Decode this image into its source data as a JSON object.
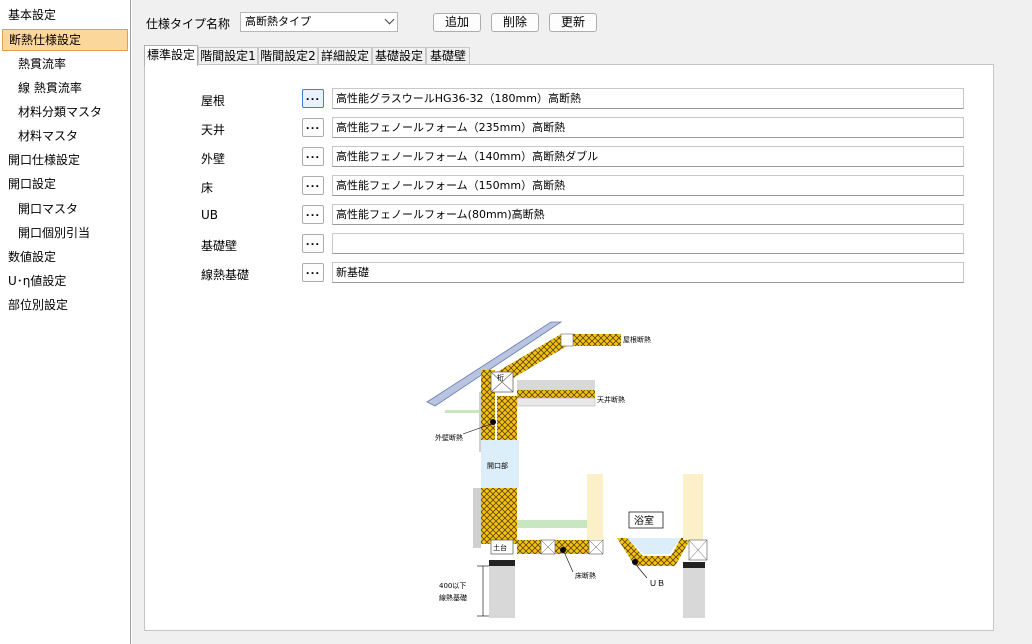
{
  "sidebar": {
    "items": [
      {
        "label": "基本設定"
      },
      {
        "label": "断熱仕様設定"
      },
      {
        "label": "熱貫流率"
      },
      {
        "label": "線 熱貫流率"
      },
      {
        "label": "材料分類マスタ"
      },
      {
        "label": "材料マスタ"
      },
      {
        "label": "開口仕様設定"
      },
      {
        "label": "開口設定"
      },
      {
        "label": "開口マスタ"
      },
      {
        "label": "開口個別引当"
      },
      {
        "label": "数値設定"
      },
      {
        "label": "U･η値設定"
      },
      {
        "label": "部位別設定"
      }
    ]
  },
  "topbar": {
    "type_label": "仕様タイプ名称",
    "type_value": "高断熱タイプ",
    "add_label": "追加",
    "delete_label": "削除",
    "update_label": "更新"
  },
  "tabs": [
    {
      "label": "標準設定"
    },
    {
      "label": "階間設定1"
    },
    {
      "label": "階間設定2"
    },
    {
      "label": "詳細設定"
    },
    {
      "label": "基礎設定"
    },
    {
      "label": "基礎壁"
    }
  ],
  "rows": [
    {
      "label": "屋根",
      "value": "高性能グラスウールHG36-32（180mm）高断熱"
    },
    {
      "label": "天井",
      "value": "高性能フェノールフォーム（235mm）高断熱"
    },
    {
      "label": "外壁",
      "value": "高性能フェノールフォーム（140mm）高断熱ダブル"
    },
    {
      "label": "床",
      "value": "高性能フェノールフォーム（150mm）高断熱"
    },
    {
      "label": "UB",
      "value": "高性能フェノールフォーム(80mm)高断熱"
    },
    {
      "label": "基礎壁",
      "value": ""
    },
    {
      "label": "線熱基礎",
      "value": "新基礎"
    }
  ],
  "dots_label": "...",
  "diagram": {
    "roof": "屋根断熱",
    "ceiling": "天井断熱",
    "wall": "外壁断熱",
    "opening": "開口部",
    "floor": "床断熱",
    "bath": "浴室",
    "ub": "ＵＢ",
    "beam": "桁",
    "sill": "土台",
    "foundation_height": "400以下",
    "foundation": "線熱基礎"
  },
  "colors": {
    "selected_bg": "#fbd79c",
    "insulation": "#f5c211",
    "focus": "#3c7fd6"
  }
}
